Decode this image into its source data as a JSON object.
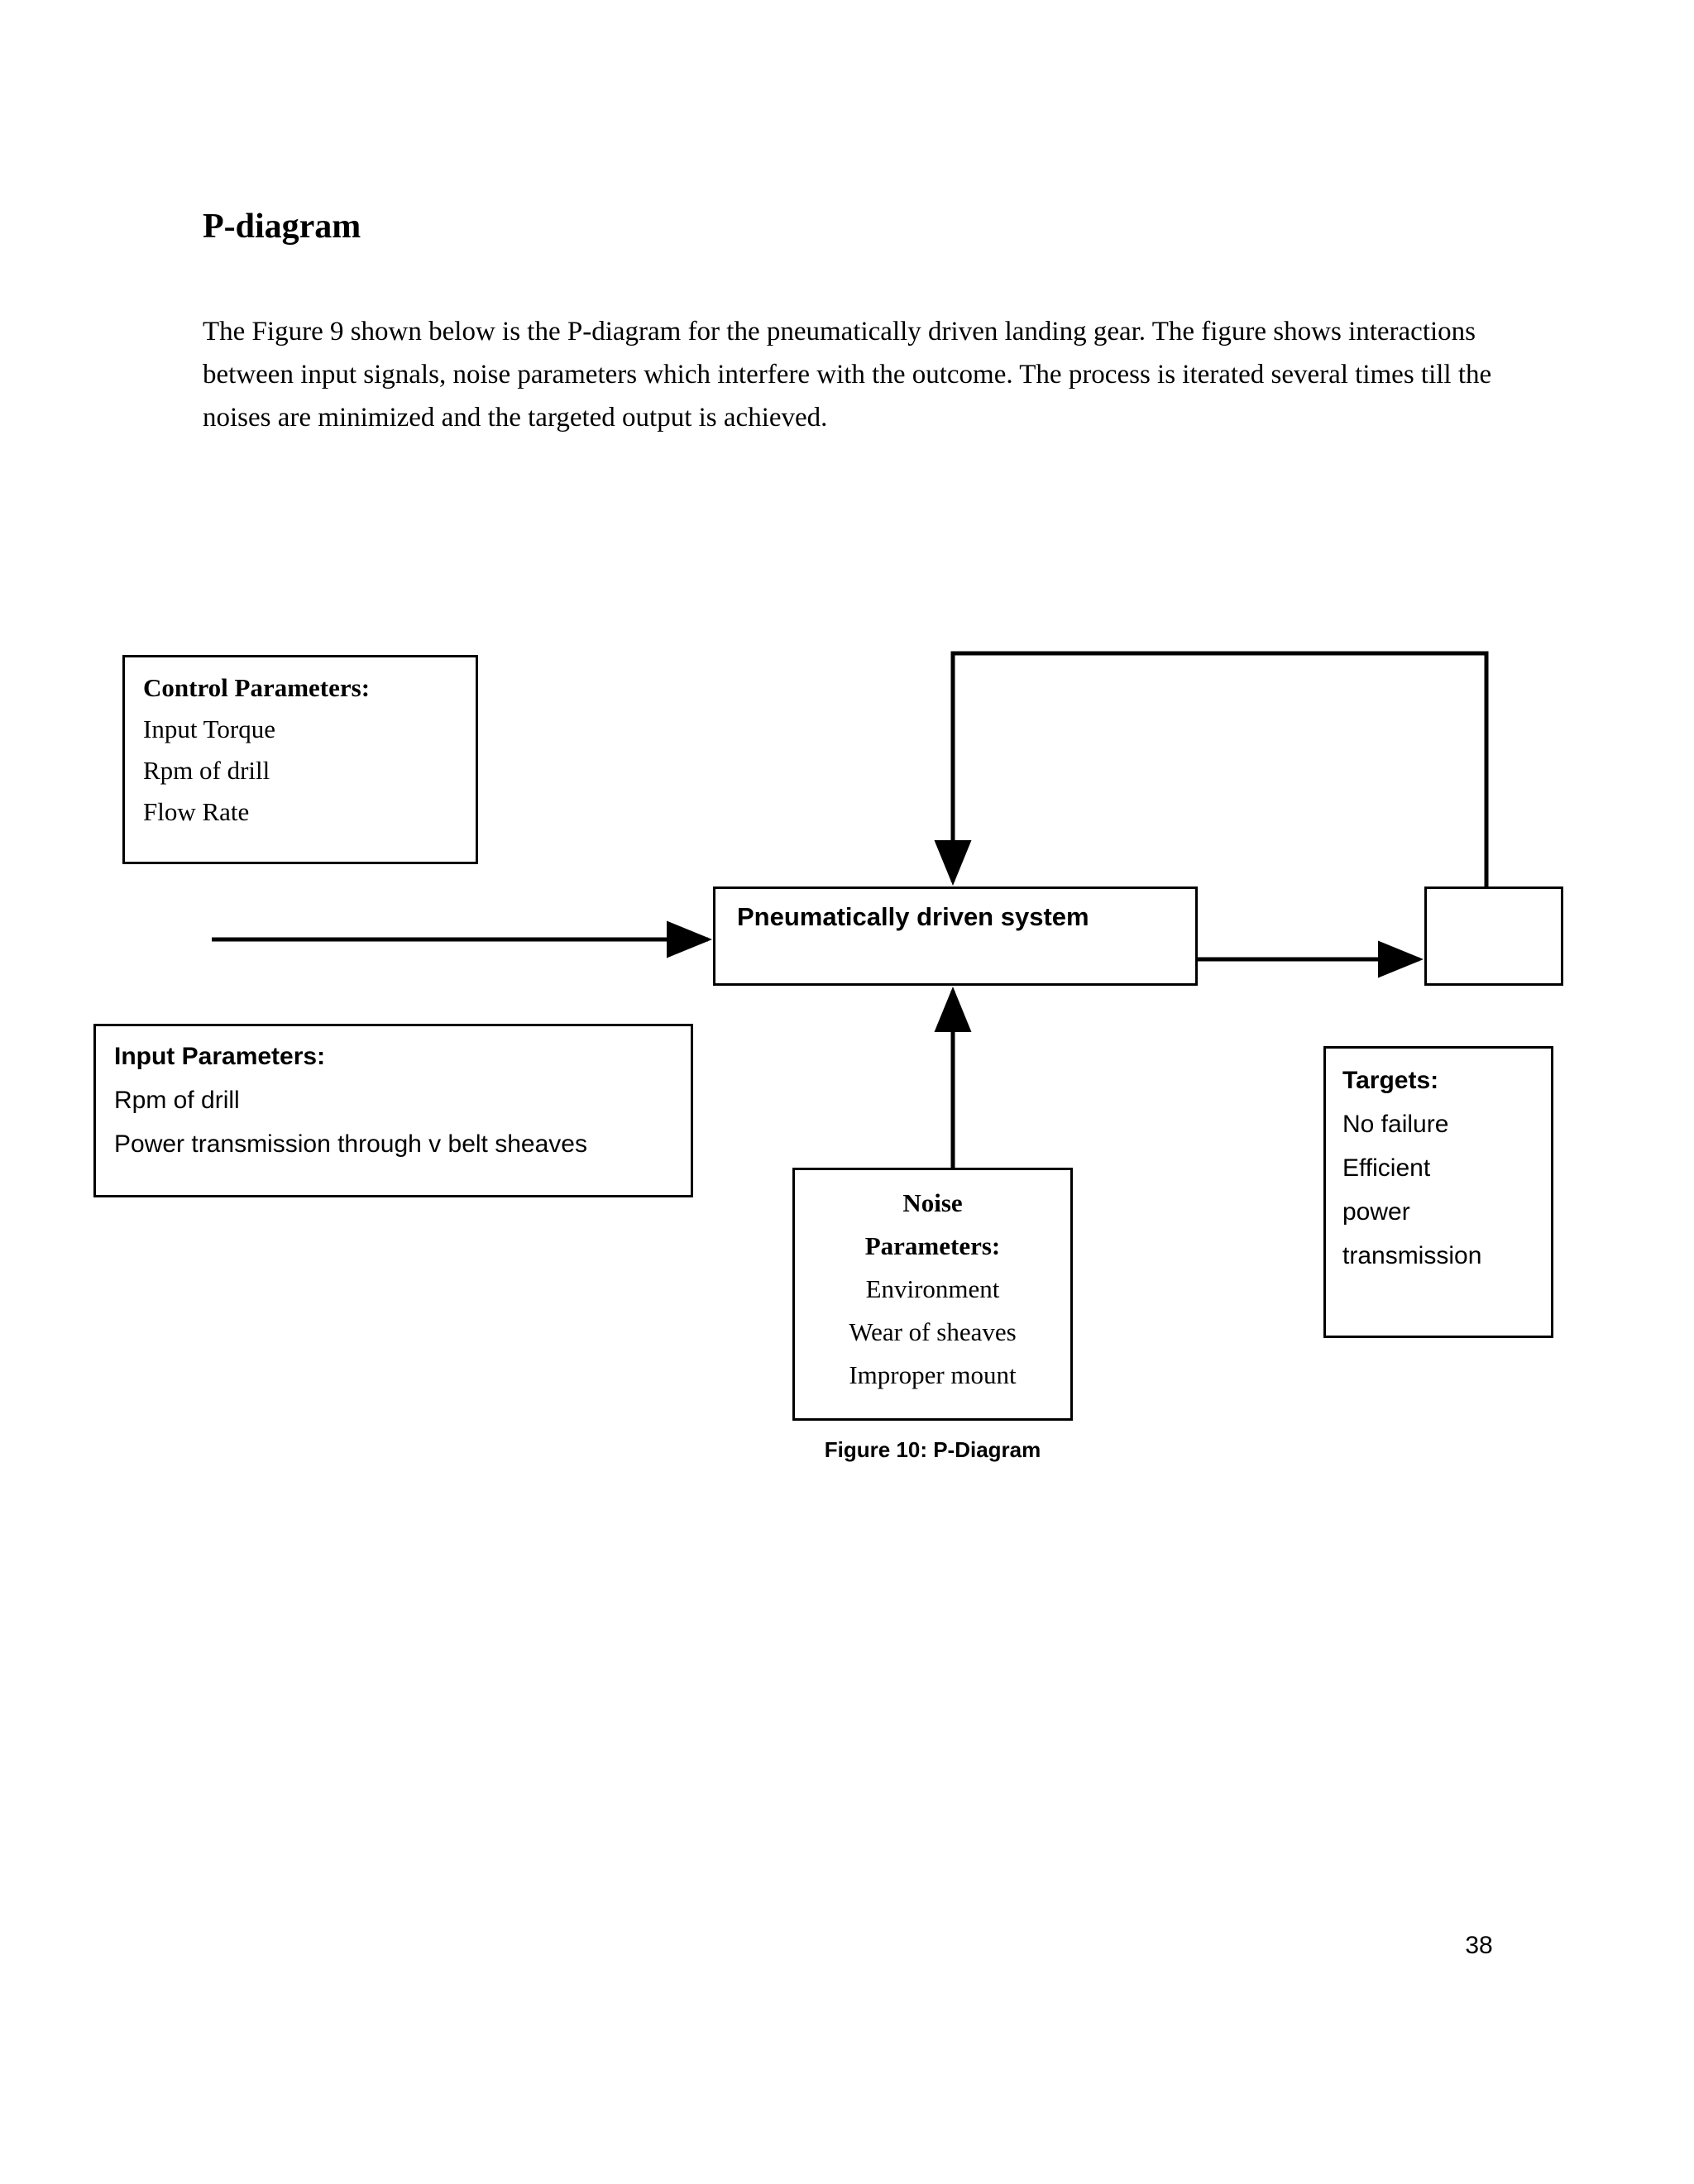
{
  "document": {
    "heading": "P-diagram",
    "paragraph": "The Figure 9 shown below is the P-diagram for the pneumatically driven landing gear. The figure shows interactions between input signals, noise parameters which interfere with the outcome. The process is iterated several times till the noises are minimized and the targeted output is achieved.",
    "page_number": "38"
  },
  "figure": {
    "caption": "Figure 10: P-Diagram",
    "boxes": {
      "control": {
        "title": "Control Parameters:",
        "items": [
          "Input Torque",
          "Rpm of drill",
          "Flow Rate"
        ]
      },
      "system": {
        "title": "Pneumatically driven system"
      },
      "output": {
        "title": ""
      },
      "input": {
        "title": "Input Parameters:",
        "items": [
          "Rpm of drill",
          "Power transmission through v belt sheaves"
        ]
      },
      "noise": {
        "title_line1": "Noise",
        "title_line2": "Parameters:",
        "items": [
          "Environment",
          "Wear of sheaves",
          "Improper mount"
        ]
      },
      "targets": {
        "title": "Targets:",
        "items": [
          "No failure",
          "Efficient",
          "power",
          "transmission"
        ]
      }
    },
    "colors": {
      "stroke": "#000000",
      "background": "#ffffff",
      "text": "#000000"
    }
  }
}
